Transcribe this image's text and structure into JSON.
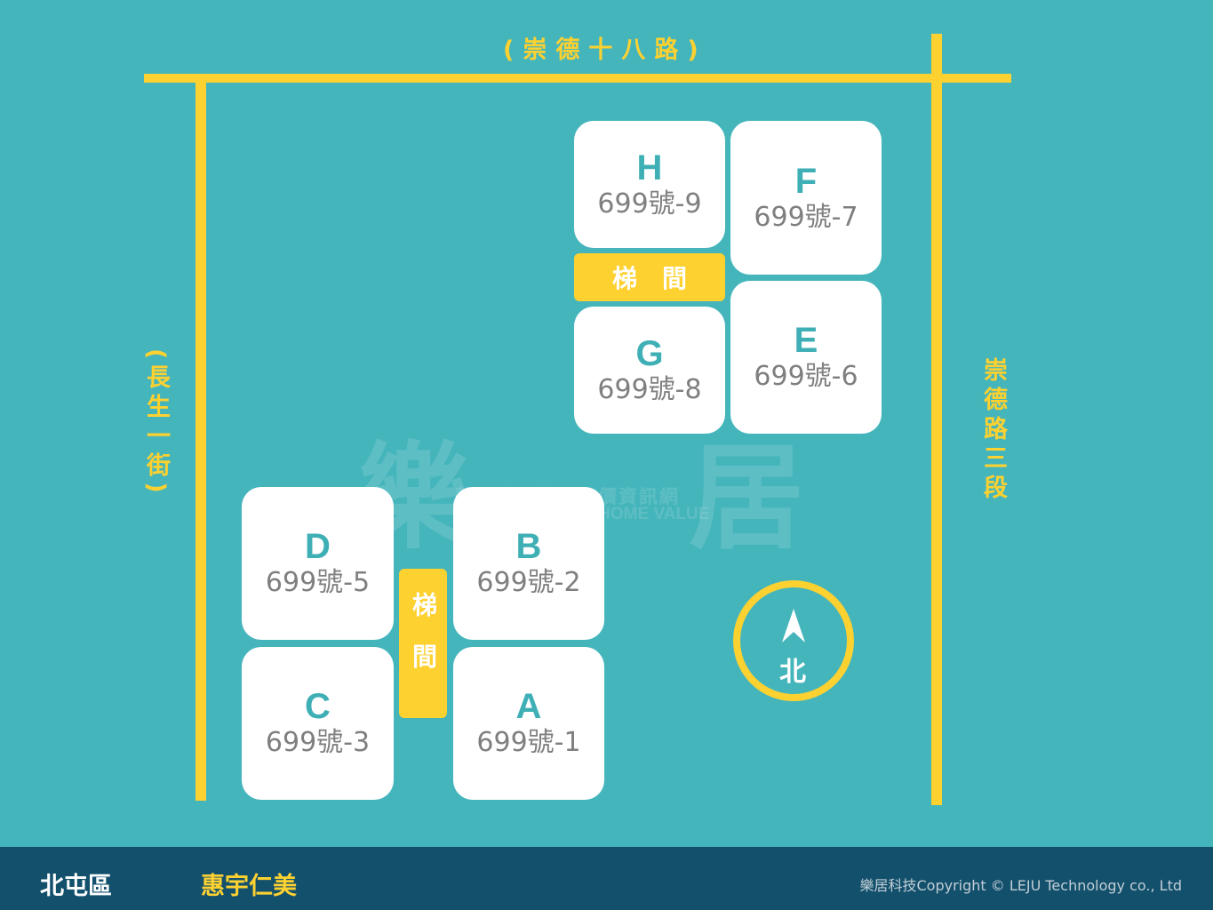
{
  "roads": {
    "top": "(崇德十八路)",
    "left": "(長生一街)",
    "right": "崇德路三段"
  },
  "units": [
    {
      "letter": "H",
      "address": "699號-9"
    },
    {
      "letter": "F",
      "address": "699號-7"
    },
    {
      "letter": "G",
      "address": "699號-8"
    },
    {
      "letter": "E",
      "address": "699號-6"
    },
    {
      "letter": "D",
      "address": "699號-5"
    },
    {
      "letter": "B",
      "address": "699號-2"
    },
    {
      "letter": "C",
      "address": "699號-3"
    },
    {
      "letter": "A",
      "address": "699號-1"
    }
  ],
  "stairs": [
    "梯　間",
    "梯間"
  ],
  "compass": {
    "label": "北",
    "icon": "north-arrow-icon"
  },
  "watermark": {
    "logo_left": "樂",
    "logo_right": "居",
    "tagline_zh": "華人自創樓層分價資訊網",
    "tagline_en": "REDEFINE YOUR HOME VALUE"
  },
  "footer": {
    "district": "北屯區",
    "project": "惠宇仁美",
    "copyright": "樂居科技Copyright © LEJU Technology co., Ltd"
  },
  "colors": {
    "background": "#45b5bc",
    "road": "#fdd130",
    "footer": "#12506c",
    "letter": "#3fafb6"
  }
}
